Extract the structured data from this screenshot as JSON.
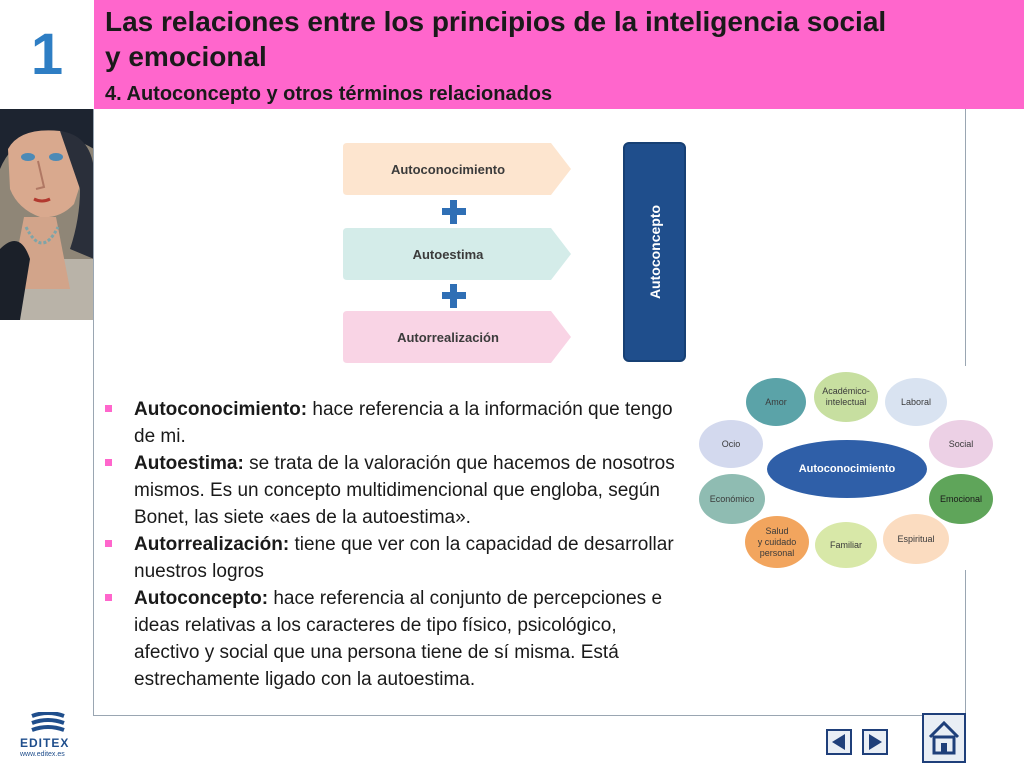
{
  "header": {
    "chapter_number": "1",
    "title_line1": "Las relaciones entre los principios de la inteligencia social",
    "title_line2": "y emocional",
    "subtitle": "4. Autoconcepto y otros términos relacionados",
    "band_color": "#ff66cc"
  },
  "flow_diagram": {
    "steps": [
      {
        "label": "Autoconocimiento",
        "color": "#fde5cf"
      },
      {
        "label": "Autoestima",
        "color": "#d4ece9"
      },
      {
        "label": "Autorrealización",
        "color": "#f9d4e5"
      }
    ],
    "result": {
      "label": "Autoconcepto",
      "color": "#1f4e8c"
    }
  },
  "bullets": [
    {
      "term": "Autoconocimiento:",
      "text": " hace referencia a la información que tengo de mi."
    },
    {
      "term": "Autoestima:",
      "text": " se trata de la valoración que hacemos de nosotros mismos. Es un concepto multidimencional que engloba, según Bonet, las siete «aes de la autoestima»."
    },
    {
      "term": "Autorrealización:",
      "text": " tiene que ver con la capacidad de desarrollar nuestros logros"
    },
    {
      "term": "Autoconcepto:",
      "text": " hace referencia al conjunto de percepciones e ideas relativas a los caracteres de tipo físico, psicológico, afectivo y social que una persona tiene de sí misma. Está estrechamente ligado con la autoestima."
    }
  ],
  "circle_diagram": {
    "center": "Autoconocimiento",
    "nodes": [
      {
        "label": "Amor",
        "color": "#5ba3a8"
      },
      {
        "label": "Académico-\nintelectual",
        "color": "#c7dfa0"
      },
      {
        "label": "Laboral",
        "color": "#d9e3f1"
      },
      {
        "label": "Ocio",
        "color": "#d3d9ee"
      },
      {
        "label": "Social",
        "color": "#ecd0e5"
      },
      {
        "label": "Económico",
        "color": "#8fbcb2"
      },
      {
        "label": "Emocional",
        "color": "#5fa55a"
      },
      {
        "label": "Salud\ny cuidado\npersonal",
        "color": "#f2a55e"
      },
      {
        "label": "Familiar",
        "color": "#d8e8a8"
      },
      {
        "label": "Espiritual",
        "color": "#fbdcc0"
      }
    ]
  },
  "footer": {
    "brand": "EDITEX",
    "url": "www.editex.es",
    "prev_icon": "triangle-left",
    "next_icon": "triangle-right",
    "home_icon": "house"
  }
}
